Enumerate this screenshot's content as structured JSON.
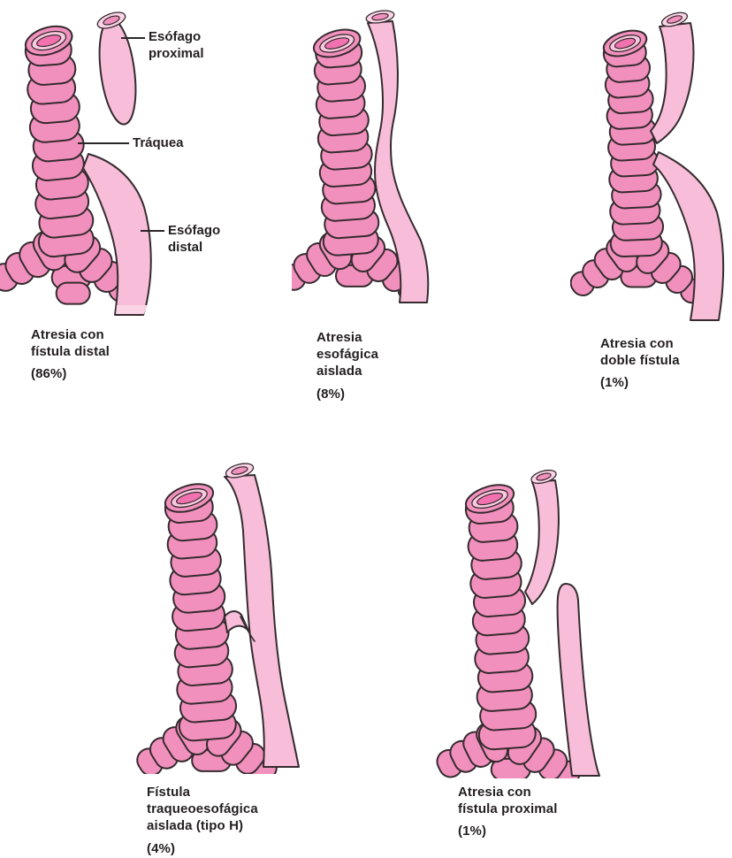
{
  "colors": {
    "background": "#FFFFFF",
    "ring": "#F290BD",
    "outline": "#352B2F",
    "eso": "#F8BDD9",
    "rim": "#FACBE0",
    "tracheaLumen": "#F172AF",
    "esoRim": "#FBD4E6",
    "esoLumen": "#F291BE",
    "cut": "#FAD3E5",
    "text": "#231F20"
  },
  "anatomy_labels": {
    "proximal": {
      "lines": [
        "Esófago",
        "proximal"
      ]
    },
    "trachea": {
      "lines": [
        "Tráquea"
      ]
    },
    "distal": {
      "lines": [
        "Esófago",
        "distal"
      ]
    }
  },
  "figures": [
    {
      "name": "atresia-con-fistula-distal",
      "caption_lines": [
        "Atresia con",
        "fístula distal"
      ],
      "percent": "(86%)"
    },
    {
      "name": "atresia-esofagica-aislada",
      "caption_lines": [
        "Atresia",
        "esofágica",
        "aislada"
      ],
      "percent": "(8%)"
    },
    {
      "name": "atresia-con-doble-fistula",
      "caption_lines": [
        "Atresia con",
        "doble fístula"
      ],
      "percent": "(1%)"
    },
    {
      "name": "fistula-traqueoesofagica-aislada-tipo-h",
      "caption_lines": [
        "Fístula",
        "traqueoesofágica",
        "aislada (tipo H)"
      ],
      "percent": "(4%)"
    },
    {
      "name": "atresia-con-fistula-proximal",
      "caption_lines": [
        "Atresia con",
        "fístula proximal"
      ],
      "percent": "(1%)"
    }
  ]
}
